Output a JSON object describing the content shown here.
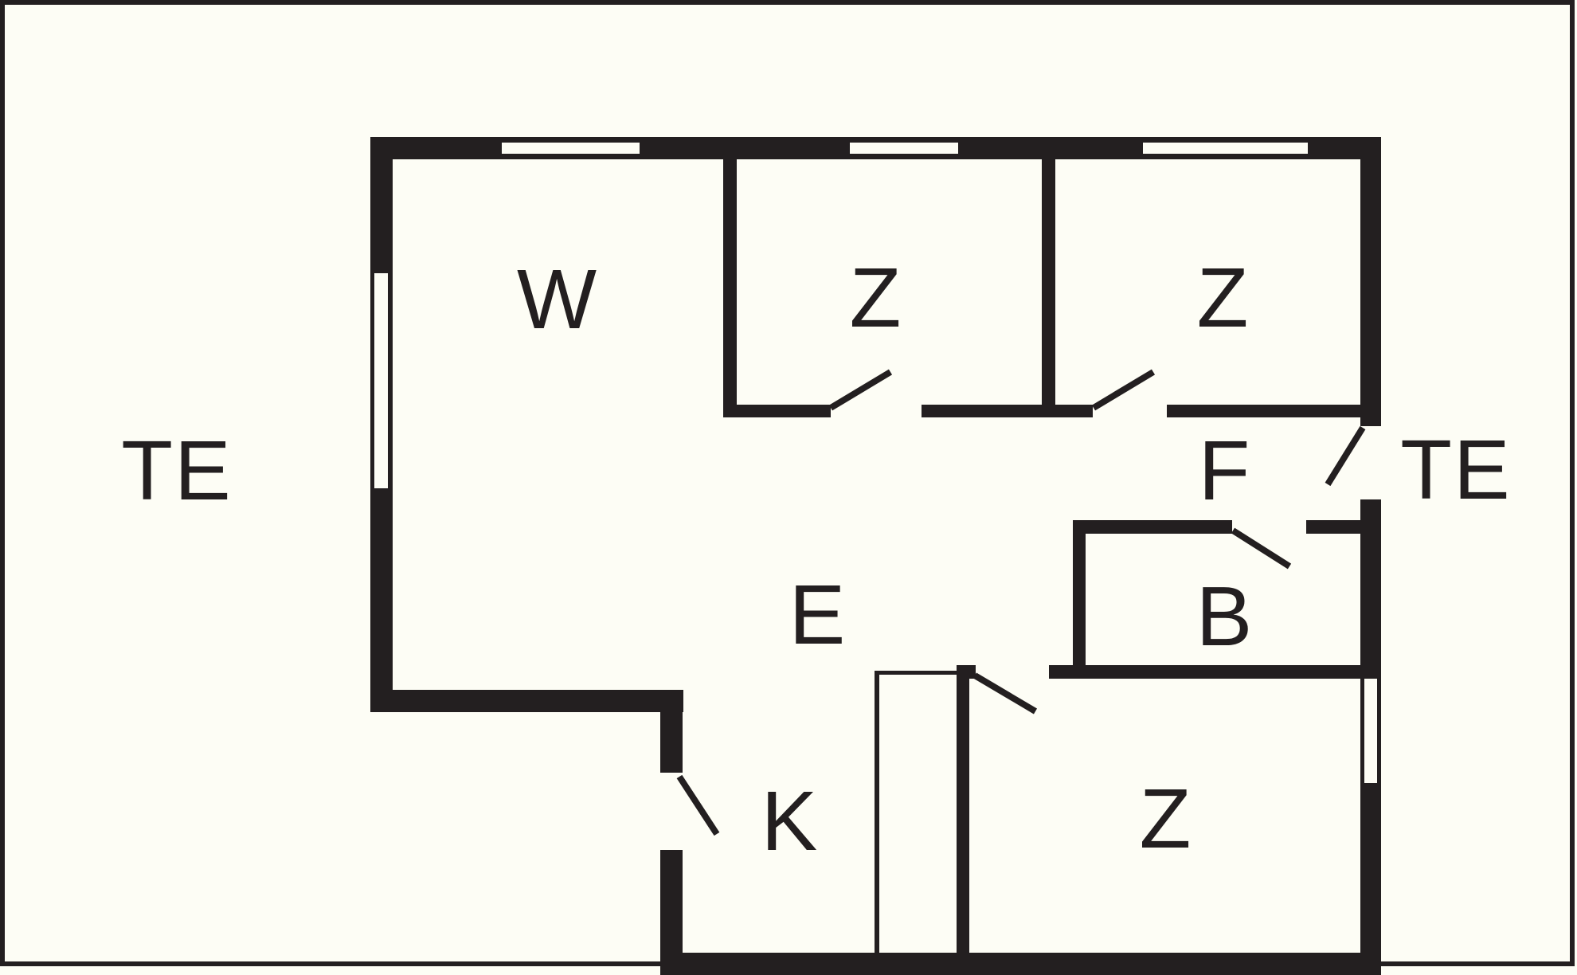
{
  "floor_plan": {
    "type": "house-floor-plan",
    "background_color": "#fdfdf5",
    "wall_color": "#231f20",
    "labels": {
      "terrace_left": "TE",
      "terrace_right": "TE",
      "living_room": "W",
      "bedroom_top_left": "Z",
      "bedroom_top_right": "Z",
      "hallway": "F",
      "bathroom": "B",
      "dining_area": "E",
      "kitchen": "K",
      "bedroom_bottom": "Z"
    }
  }
}
